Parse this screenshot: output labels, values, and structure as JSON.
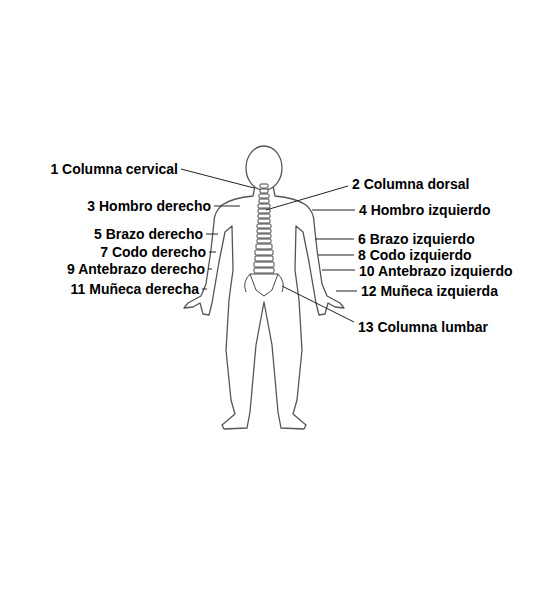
{
  "diagram": {
    "labels": [
      "1 Columna cervical",
      "2 Columna dorsal",
      "3 Hombro derecho",
      "4 Hombro izquierdo",
      "5 Brazo derecho",
      "6 Brazo izquierdo",
      "7 Codo derecho",
      "8 Codo izquierdo",
      "9 Antebrazo derecho",
      "10 Antebrazo izquierdo",
      "11 Muñeca derecha",
      "12 Muñeca izquierda",
      "13 Columna lumbar"
    ]
  }
}
